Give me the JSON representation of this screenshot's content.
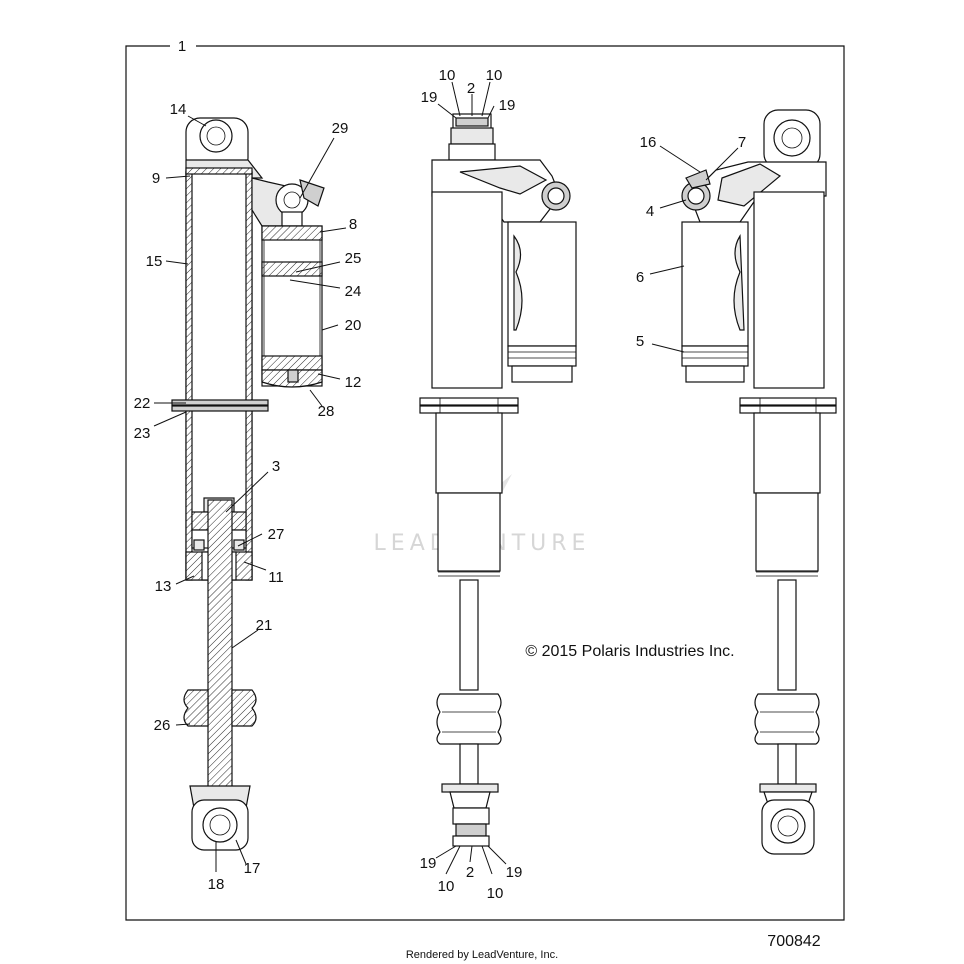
{
  "frame_label": "1",
  "watermark": "LEADVENTURE",
  "copyright": "© 2015 Polaris Industries Inc.",
  "diagram_number": "700842",
  "credit": "Rendered by LeadVenture, Inc.",
  "callouts": {
    "c14": "14",
    "c9": "9",
    "c29": "29",
    "c8": "8",
    "c15": "15",
    "c25": "25",
    "c24": "24",
    "c20": "20",
    "c12": "12",
    "c28": "28",
    "c22": "22",
    "c23": "23",
    "c3": "3",
    "c27": "27",
    "c11": "11",
    "c13": "13",
    "c21": "21",
    "c26": "26",
    "c17": "17",
    "c18": "18",
    "m10a": "10",
    "m2a": "2",
    "m10b": "10",
    "m19a": "19",
    "m19b": "19",
    "m19c": "19",
    "m10c": "10",
    "m2b": "2",
    "m10d": "10",
    "m19d": "19",
    "r16": "16",
    "r7": "7",
    "r4": "4",
    "r6": "6",
    "r5": "5"
  }
}
